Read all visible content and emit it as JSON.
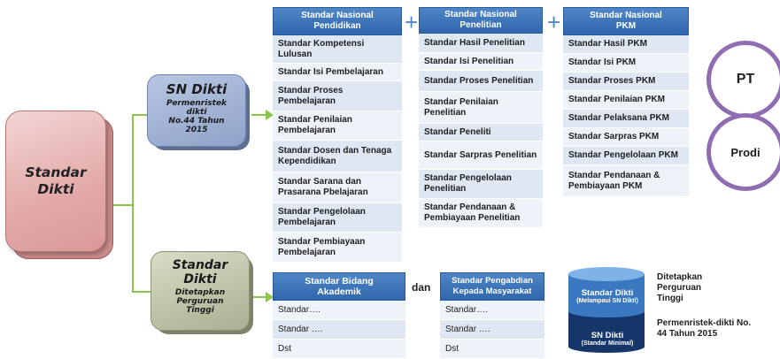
{
  "main_block": {
    "title": "Standar Dikti"
  },
  "sn_dikti_block": {
    "title": "SN Dikti",
    "subtitle_lines": [
      "Permenristek",
      "dikti",
      "No.44 Tahun",
      "2015"
    ]
  },
  "standar_dikti_pt_block": {
    "title_lines": [
      "Standar",
      "Dikti"
    ],
    "subtitle_lines": [
      "Ditetapkan",
      "Perguruan",
      "Tinggi"
    ]
  },
  "operators": {
    "plus": "+",
    "and": "dan"
  },
  "columns": {
    "pendidikan": {
      "header": "Standar Nasional Pendidikan",
      "items": [
        "Standar Kompetensi Lulusan",
        "Standar Isi Pembelajaran",
        "Standar Proses Pembelajaran",
        "Standar Penilaian Pembelajaran",
        "Standar Dosen dan Tenaga Kependidikan",
        "Standar Sarana dan Prasarana  Pbelajaran",
        "Standar Pengelolaan Pembelajaran",
        "Standar Pembiayaan Pembelajaran"
      ]
    },
    "penelitian": {
      "header": "Standar Nasional Penelitian",
      "items": [
        "Standar Hasil Penelitian",
        "Standar Isi Penelitian",
        "Standar Proses Penelitian",
        "Standar Penilaian Penelitian",
        "Standar Peneliti",
        "Standar Sarpras Penelitian",
        "Standar Pengelolaan Penelitian",
        "Standar Pendanaan & Pembiayaan Penelitian"
      ]
    },
    "pkm": {
      "header": "Standar Nasional PKM",
      "items": [
        "Standar Hasil PKM",
        "Standar Isi PKM",
        "Standar Proses PKM",
        "Standar Penilaian PKM",
        "Standar Pelaksana PKM",
        "Standar Sarpras PKM",
        "Standar Pengelolaan PKM",
        "Standar Pendanaan & Pembiayaan PKM"
      ]
    },
    "akademik": {
      "header": "Standar Bidang Akademik",
      "items": [
        "Standar….",
        "Standar ….",
        "Dst"
      ]
    },
    "pengabdian": {
      "header": "Standar Pengabdian Kepada Masyarakat",
      "items": [
        "Standar….",
        "Standar ….",
        "Dst"
      ]
    }
  },
  "circles": {
    "pt": "PT",
    "prodi": "Prodi"
  },
  "cylinder": {
    "top_title": "Standar Dikti",
    "top_sub": "(Melampaui SN Dikti)",
    "bottom_title": "SN Dikti",
    "bottom_sub": "(Standar Minimal)"
  },
  "notes": {
    "pt": "Ditetapkan Perguruan Tinggi",
    "permen": "Permenristek-dikti No. 44 Tahun 2015"
  },
  "colors": {
    "header_blue": "#2f66ad",
    "arrow_green": "#8cc34a",
    "circle_purple": "#8f6db0",
    "cyl_dark": "#16366a"
  }
}
